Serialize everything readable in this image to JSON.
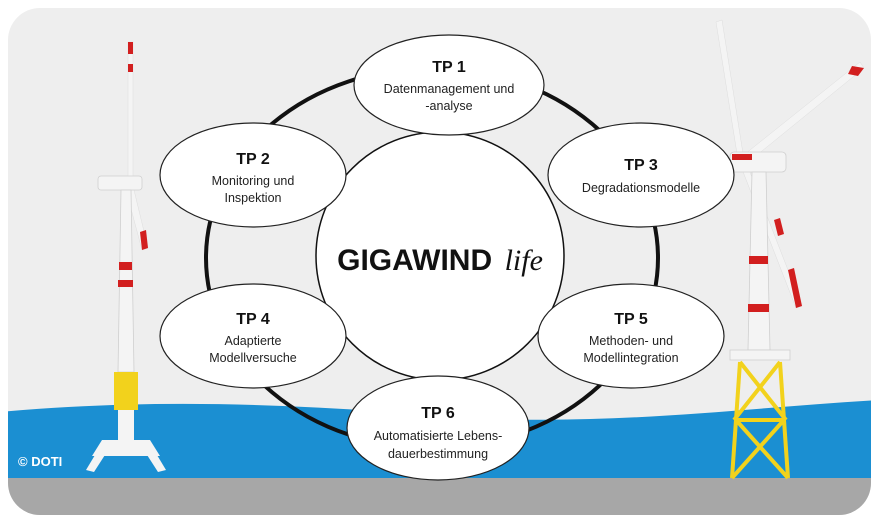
{
  "center": {
    "title": "GIGAWIND",
    "title_suffix": "life"
  },
  "nodes": [
    {
      "id": "tp1",
      "label": "TP 1",
      "lines": [
        "Datenmanagement und",
        "-analyse"
      ]
    },
    {
      "id": "tp2",
      "label": "TP 2",
      "lines": [
        "Monitoring und",
        "Inspektion"
      ]
    },
    {
      "id": "tp3",
      "label": "TP 3",
      "lines": [
        "Degradationsmodelle"
      ]
    },
    {
      "id": "tp4",
      "label": "TP 4",
      "lines": [
        "Adaptierte",
        "Modellversuche"
      ]
    },
    {
      "id": "tp5",
      "label": "TP 5",
      "lines": [
        "Methoden- und",
        "Modellintegration"
      ]
    },
    {
      "id": "tp6",
      "label": "TP 6",
      "lines": [
        "Automatisierte Lebens-",
        "dauerbestimmung"
      ]
    }
  ],
  "copyright": "© DOTI",
  "colors": {
    "sky": "#eeeeee",
    "sea": "#1b8fd2",
    "ground": "#a7a7a7",
    "ring": "#111111",
    "turbine": "#f4f4f4",
    "turbine_red": "#d21f1f",
    "foundation_yellow": "#f2d21c"
  }
}
